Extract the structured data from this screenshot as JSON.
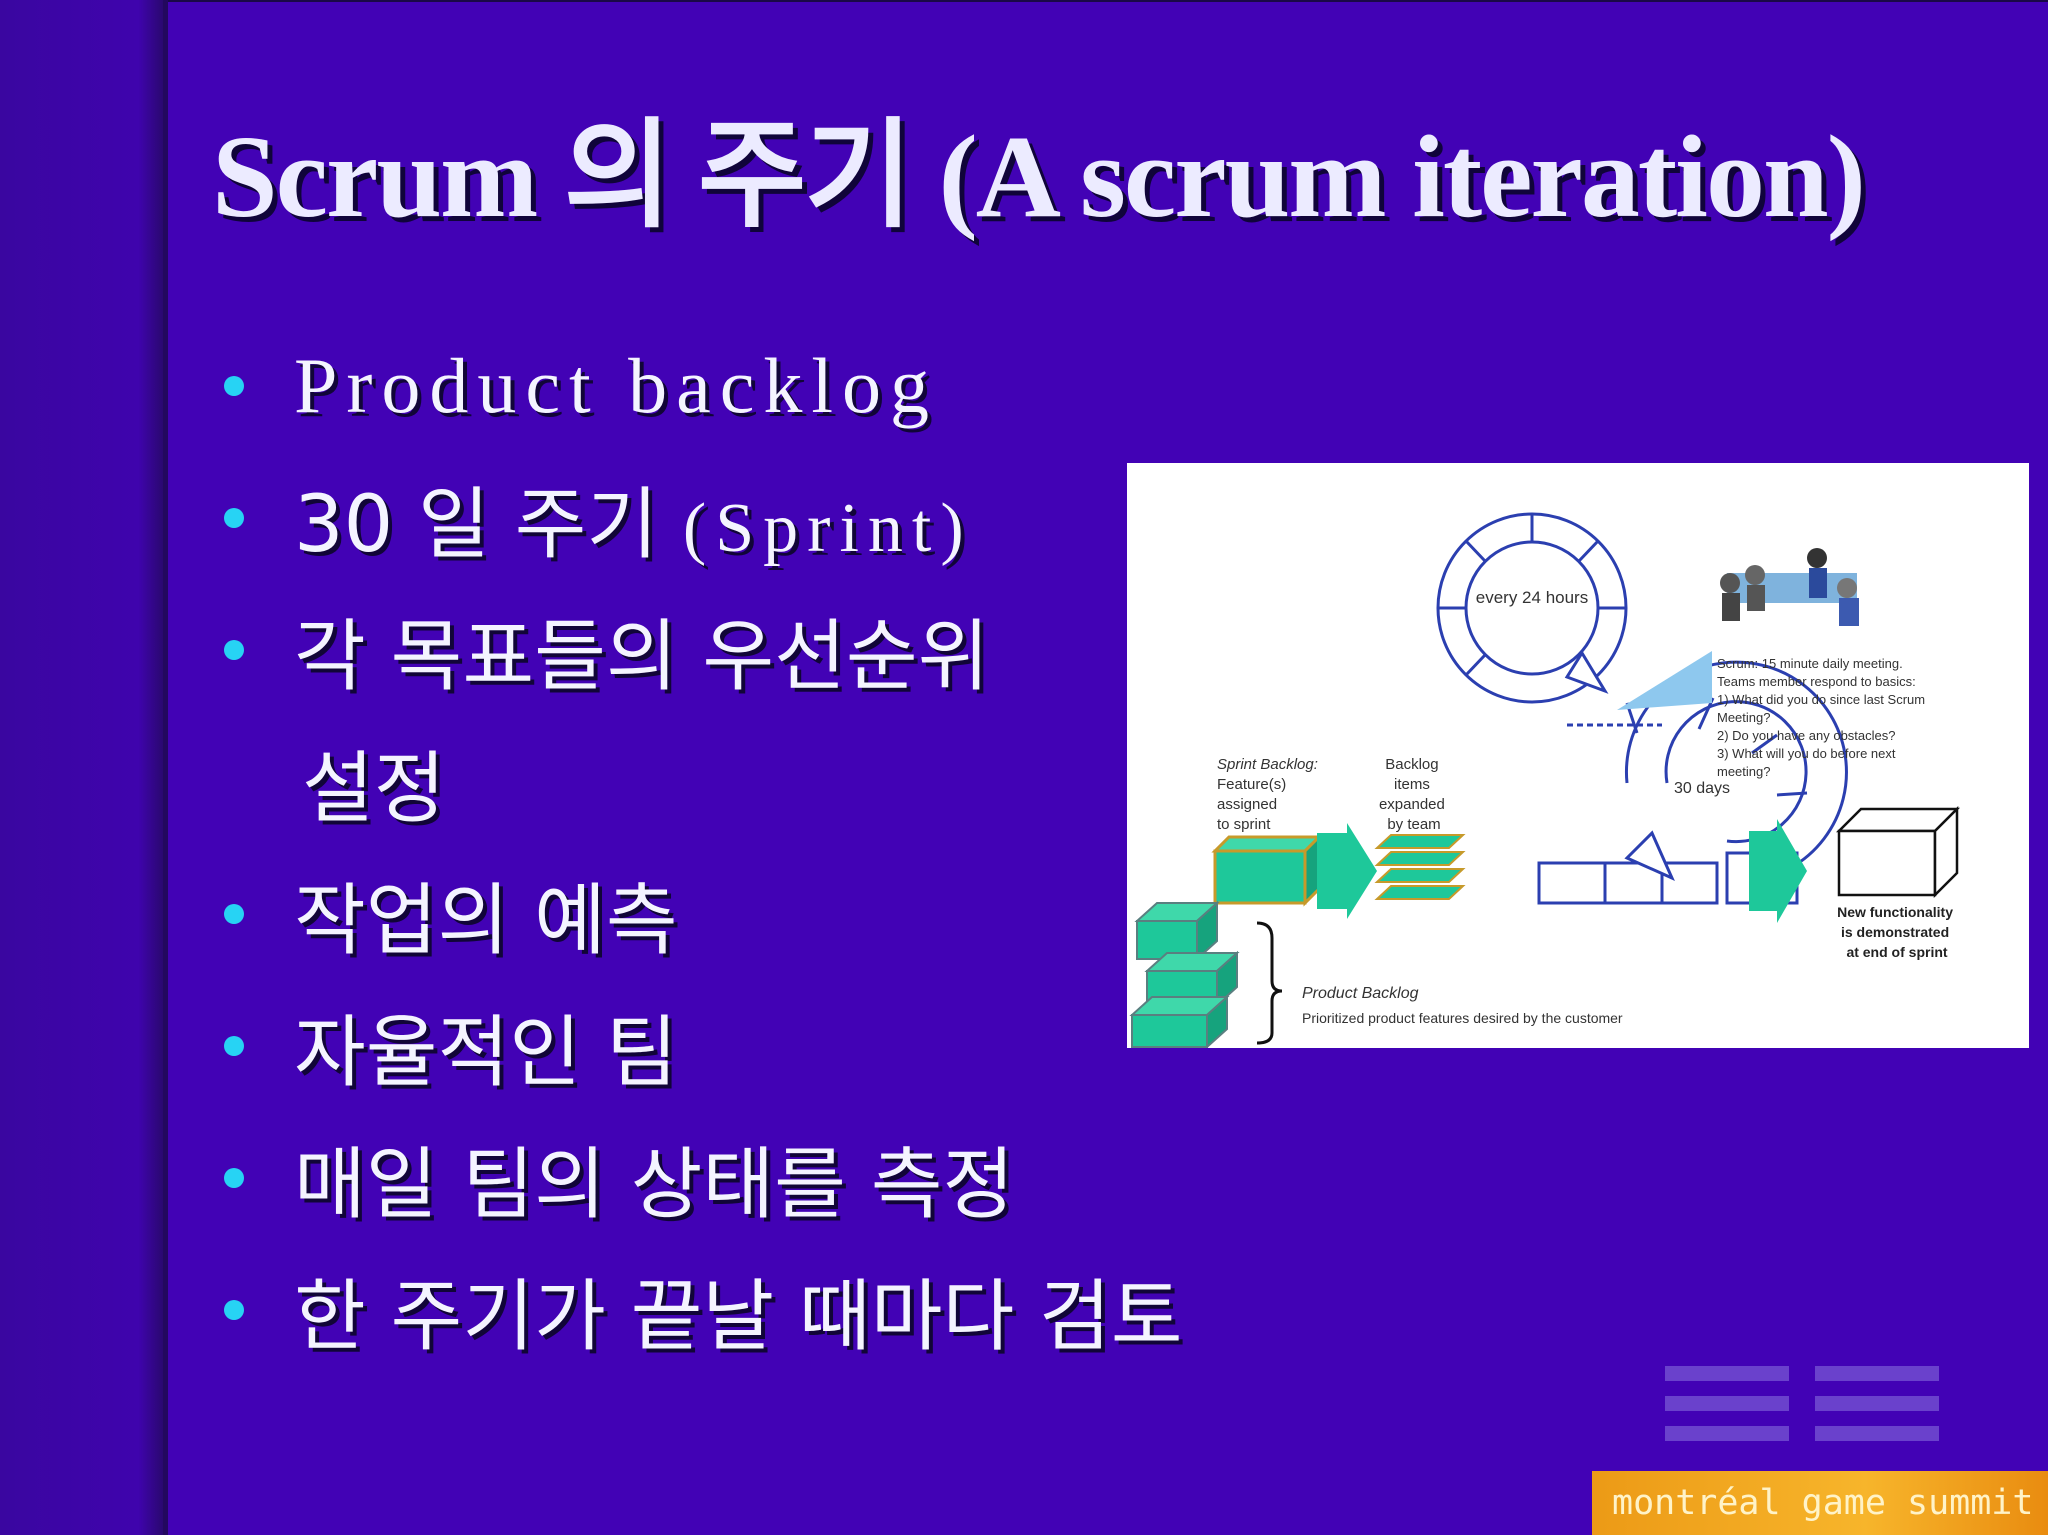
{
  "slide": {
    "title": "Scrum 의 주기 (A scrum iteration)",
    "bullets": [
      {
        "text": "Product backlog"
      },
      {
        "text": "30 일 주기",
        "suffix": "(Sprint)"
      },
      {
        "text": "각 목표들의 우선순위"
      },
      {
        "text": "설정",
        "continuation": true
      },
      {
        "text": "작업의 예측"
      },
      {
        "text": "자율적인 팀"
      },
      {
        "text": "매일 팀의 상태를 측정"
      },
      {
        "text": "한 주기가 끝날 때마다 검토"
      }
    ],
    "logo": "montréal game summit"
  },
  "diagram": {
    "daily_cycle": "every 24 hours",
    "sprint_cycle": "30 days",
    "scrum_meeting": [
      "Scrum: 15 minute daily meeting.",
      "Teams member respond to basics:",
      "1) What did you do since last Scrum",
      "Meeting?",
      "2) Do you have any obstacles?",
      "3) What will you do before next",
      "meeting?"
    ],
    "sprint_backlog": [
      "Sprint Backlog:",
      "Feature(s)",
      "assigned",
      "to sprint"
    ],
    "backlog_expanded": [
      "Backlog",
      "items",
      "expanded",
      "by team"
    ],
    "new_functionality": [
      "New functionality",
      "is demonstrated",
      "at end of sprint"
    ],
    "product_backlog_title": "Product Backlog",
    "product_backlog_desc": "Prioritized product features desired by the customer",
    "colors": {
      "teal": "#1ec89a",
      "ring": "#2b3fb0",
      "bubble": "#8ec8ee"
    }
  }
}
